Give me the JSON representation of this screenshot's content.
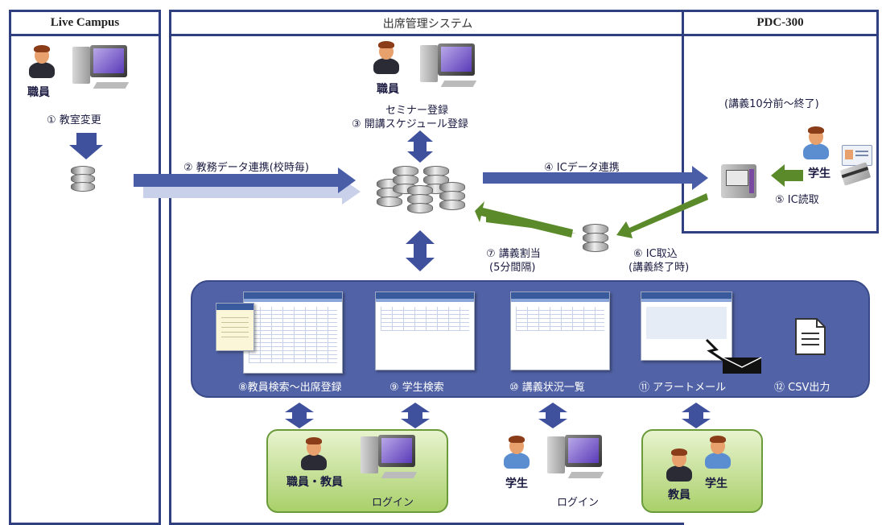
{
  "panels": {
    "live_campus": "Live Campus",
    "attendance_system": "出席管理システム",
    "pdc": "PDC-300"
  },
  "labels": {
    "staff1": "職員",
    "step1": "① 教室変更",
    "staff2": "職員",
    "step3a": "セミナー登録",
    "step3b": "③ 開講スケジュール登録",
    "step2": "② 教務データ連携(校時毎)",
    "step4": "④ ICデータ連携",
    "pdc_time": "(講義10分前～終了)",
    "student_pdc": "学生",
    "step5": "⑤ IC読取",
    "step7a": "⑦ 講義割当",
    "step7b": "(5分間隔)",
    "step6a": "⑥ IC取込",
    "step6b": "(講義終了時)"
  },
  "functions": [
    "⑧教員検索～出席登録",
    "⑨ 学生検索",
    "⑩ 講義状況一覧",
    "⑪ アラートメール",
    "⑫ CSV出力"
  ],
  "users": {
    "staff_teacher": "職員・教員",
    "login1": "ログイン",
    "student_mid": "学生",
    "login2": "ログイン",
    "teacher": "教員",
    "student_right": "学生"
  },
  "colors": {
    "panel_border": "#2f3f7f",
    "blue_arrow": "#4a5ea8",
    "green_arrow": "#5a8a2a",
    "function_box": "#5163a6",
    "user_box": "#a9d06a"
  }
}
